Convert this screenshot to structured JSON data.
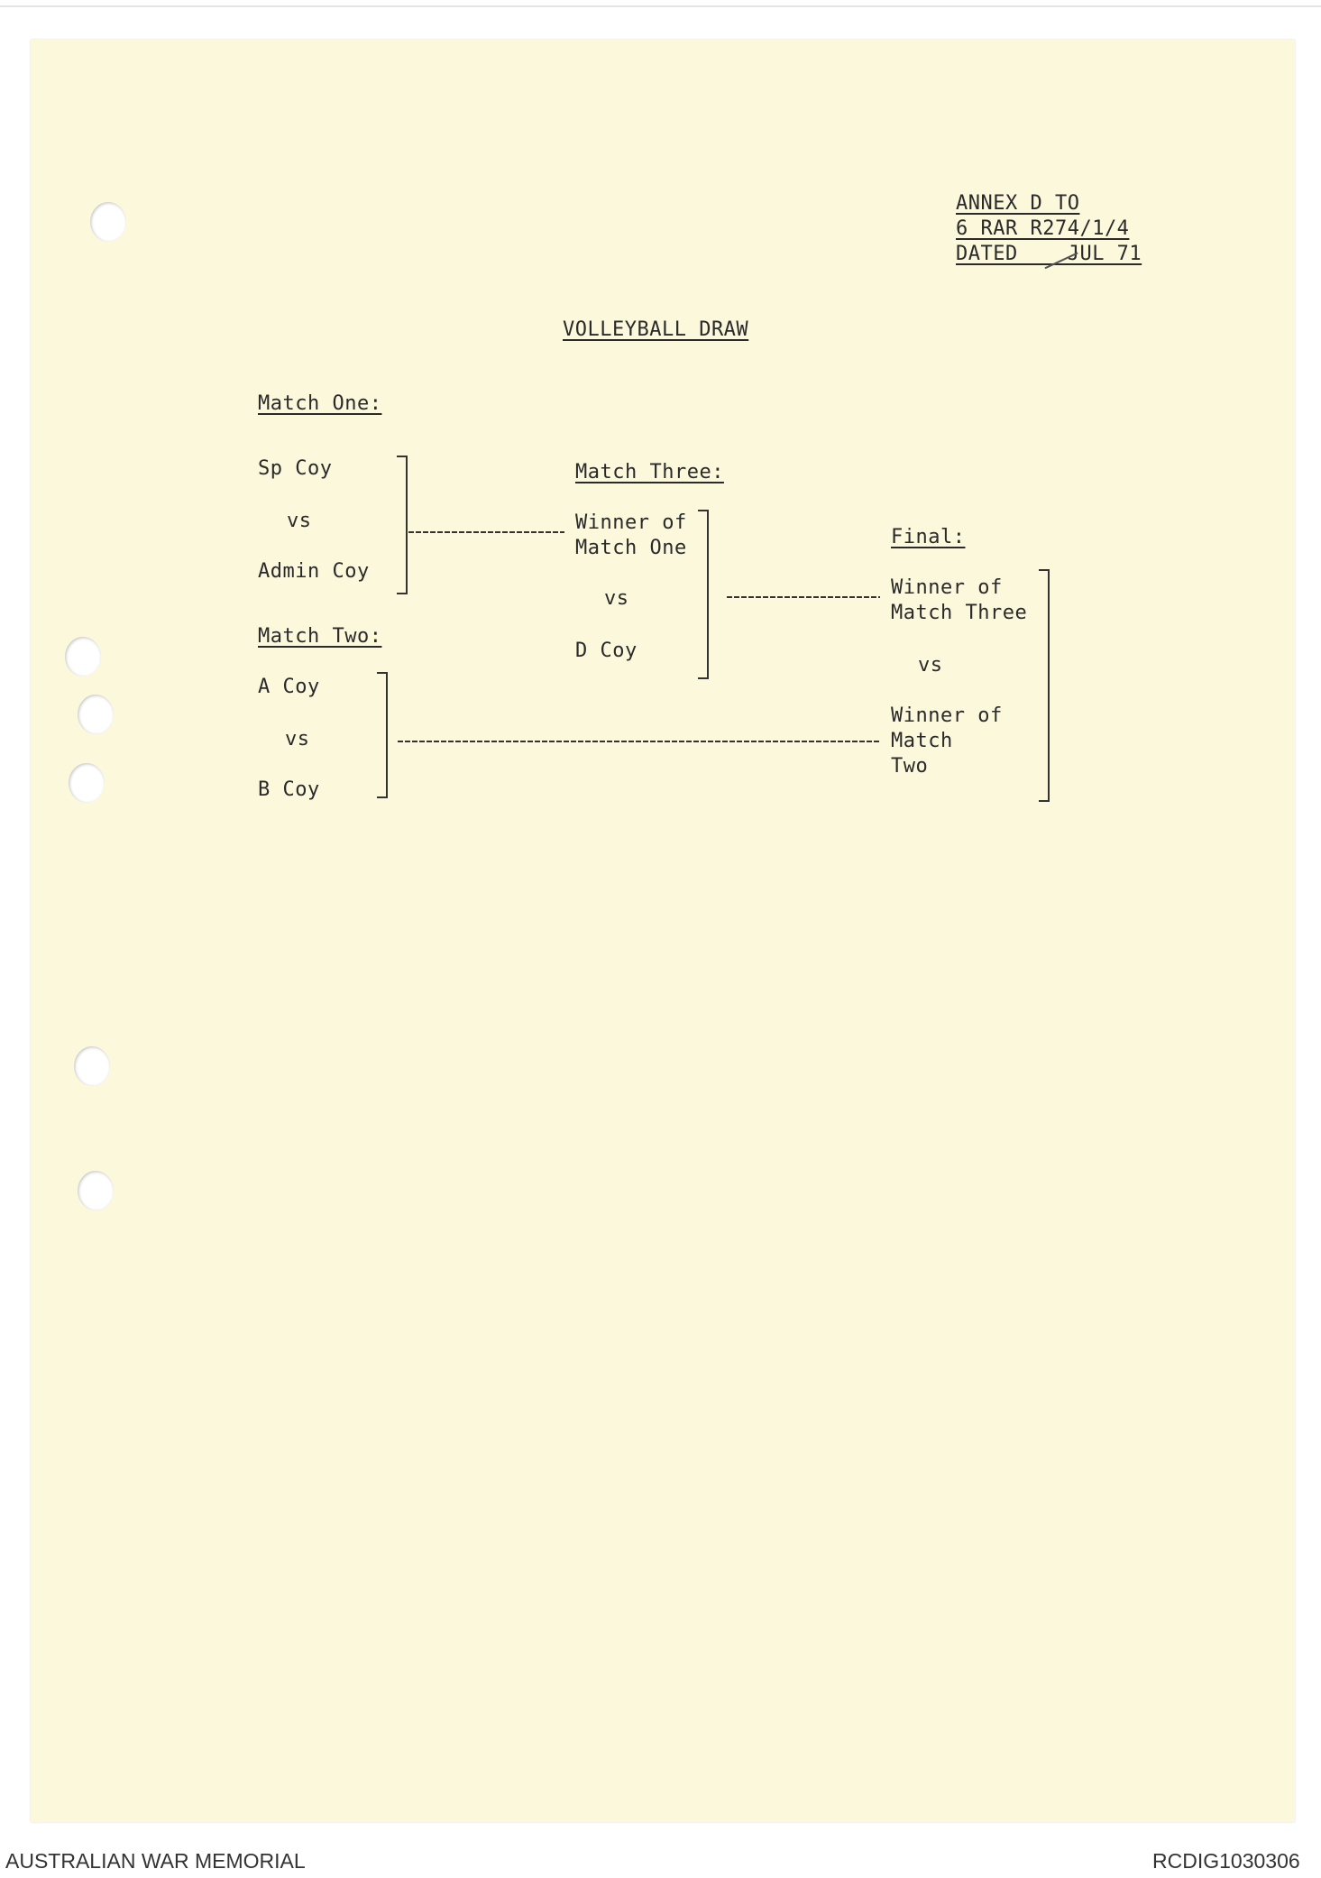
{
  "annex": {
    "line1": "ANNEX D TO",
    "line2": "6 RAR R274/1/4",
    "line3": "DATED    JUL 71"
  },
  "title": "VOLLEYBALL DRAW",
  "match_one": {
    "heading": "Match One:",
    "team_a": "Sp Coy",
    "vs": "vs",
    "team_b": "Admin Coy"
  },
  "match_two": {
    "heading": "Match Two:",
    "team_a": "A Coy",
    "vs": "vs",
    "team_b": "B Coy"
  },
  "match_three": {
    "heading": "Match Three:",
    "entry_a_line1": "Winner of",
    "entry_a_line2": "Match One",
    "vs": "vs",
    "entry_b": "D Coy"
  },
  "final": {
    "heading": "Final:",
    "entry_a_line1": "Winner of",
    "entry_a_line2": "Match Three",
    "vs": "vs",
    "entry_b_line1": "Winner of",
    "entry_b_line2": "Match",
    "entry_b_line3": "Two"
  },
  "footer": {
    "left": "AUSTRALIAN WAR MEMORIAL",
    "right": "RCDIG1030306"
  }
}
